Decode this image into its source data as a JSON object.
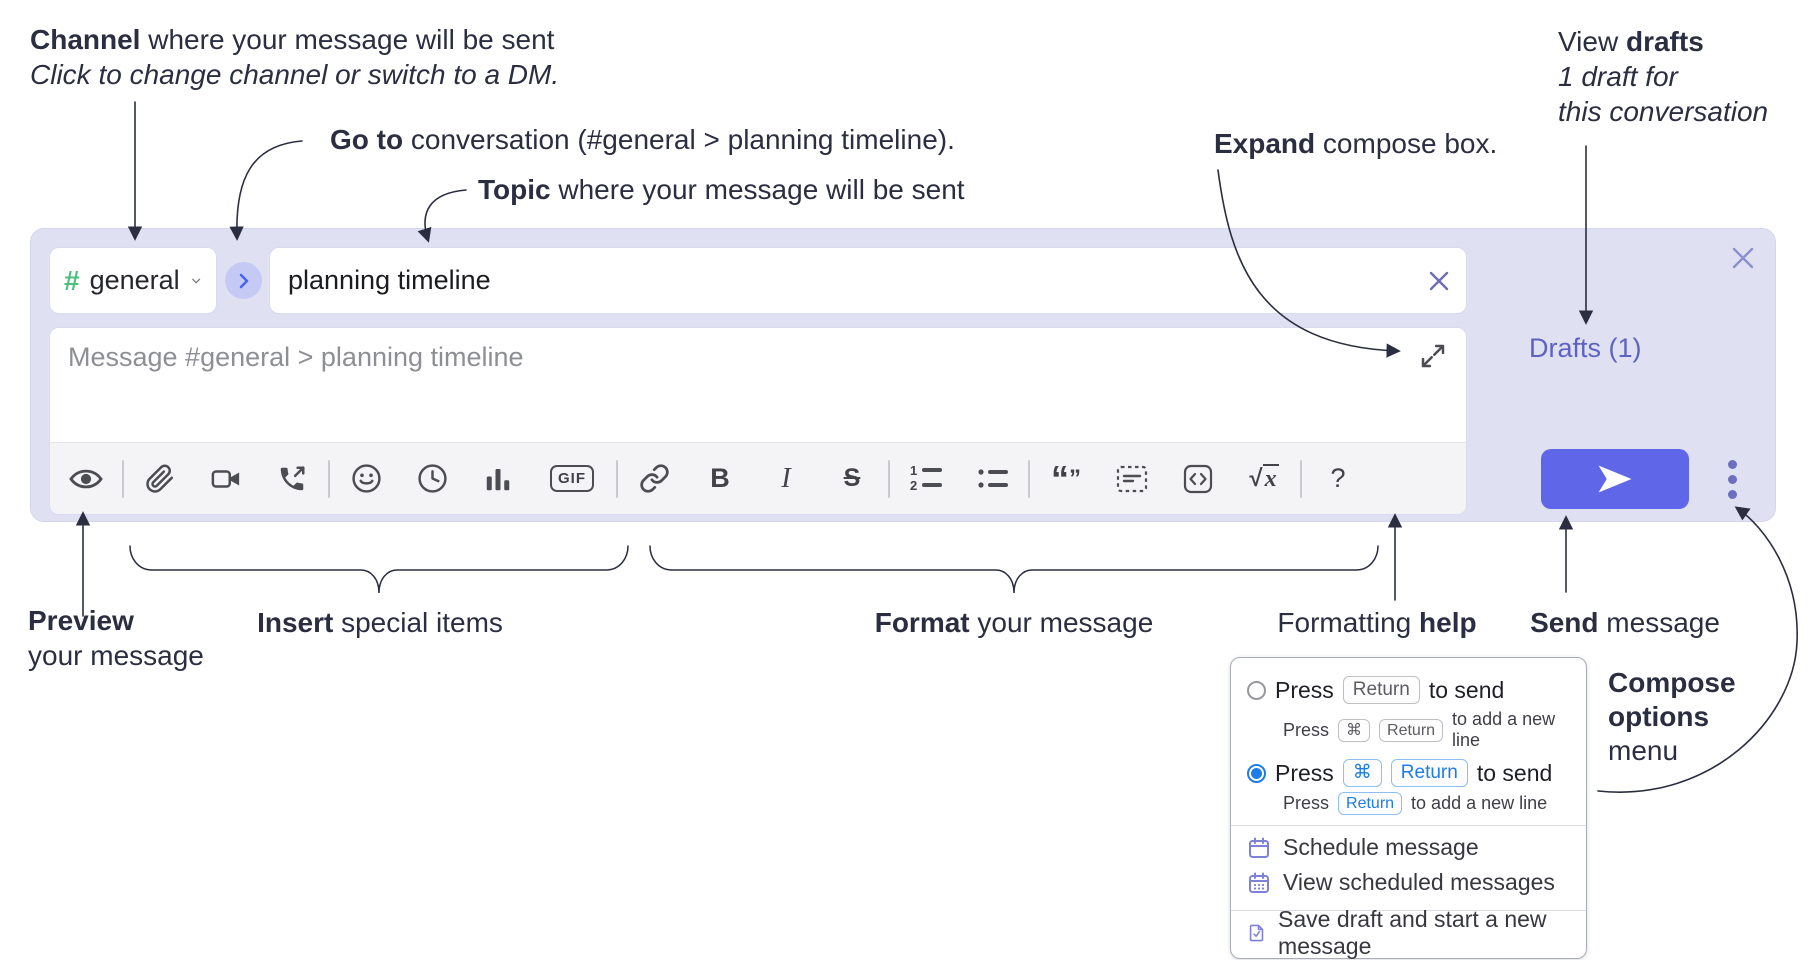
{
  "annotations": {
    "channel": {
      "bold": "Channel",
      "rest": " where your message will be sent",
      "sub": "Click to change channel or switch to a DM."
    },
    "go_to": {
      "bold": "Go to",
      "rest": " conversation (#general > planning timeline)."
    },
    "topic": {
      "bold": "Topic",
      "rest": " where your message will be sent"
    },
    "expand": {
      "bold": "Expand",
      "rest": " compose box."
    },
    "view_drafts": {
      "pre": "View ",
      "bold": "drafts",
      "line2": "1 draft for",
      "line3": "this conversation"
    },
    "preview": {
      "bold": "Preview",
      "line2": "your message"
    },
    "insert": {
      "bold": "Insert",
      "rest": " special items"
    },
    "format": {
      "bold": "Format",
      "rest": " your message"
    },
    "formatting_help": {
      "pre": "Formatting ",
      "bold": "help"
    },
    "send": {
      "bold": "Send",
      "rest": " message"
    },
    "compose_options": {
      "line1": "Compose",
      "line2": "options",
      "line3": "menu"
    }
  },
  "compose": {
    "channel": {
      "hash": "#",
      "name": "general"
    },
    "topic": {
      "value": "planning timeline"
    },
    "message": {
      "placeholder": "Message #general > planning timeline"
    },
    "drafts_label": "Drafts (1)",
    "toolbar": {
      "icons": [
        "preview-eye",
        "attach-file",
        "video-call",
        "voice-call",
        "emoji",
        "time",
        "poll",
        "gif",
        "link",
        "bold",
        "italic",
        "strikethrough",
        "numbered-list",
        "bulleted-list",
        "quote",
        "spoiler",
        "code",
        "math",
        "help"
      ],
      "gif_label": "GIF",
      "bold_glyph": "B",
      "italic_glyph": "I",
      "strike_glyph": "S",
      "quote_open": "“",
      "quote_close": "”",
      "ol_digit1": "1",
      "ol_digit2": "2",
      "math_sqrt": "√",
      "math_x": "x",
      "help_glyph": "?"
    }
  },
  "popup": {
    "option1": {
      "selected": false,
      "press": "Press",
      "kbd": "Return",
      "suffix": "to send",
      "sub_press": "Press",
      "sub_kbd1": "⌘",
      "sub_kbd2": "Return",
      "sub_suffix": "to add a new line"
    },
    "option2": {
      "selected": true,
      "press": "Press",
      "kbd1": "⌘",
      "kbd2": "Return",
      "suffix": "to send",
      "sub_press": "Press",
      "sub_kbd": "Return",
      "sub_suffix": "to add a new line"
    },
    "menu_items": [
      {
        "icon": "calendar-icon",
        "label": "Schedule message"
      },
      {
        "icon": "calendar-dots-icon",
        "label": "View scheduled messages"
      },
      {
        "icon": "save-draft-icon",
        "label": "Save draft and start a new message"
      }
    ]
  },
  "colors": {
    "compose_bg": "#dfe1f2",
    "send_button": "#5f66e8",
    "drafts_link": "#5d62c1",
    "selected_radio": "#1e7ce8",
    "channel_hash_green": "#4cbe7e",
    "menu_icon_purple": "#7d82d6",
    "annotation_text": "#2b2e40"
  }
}
